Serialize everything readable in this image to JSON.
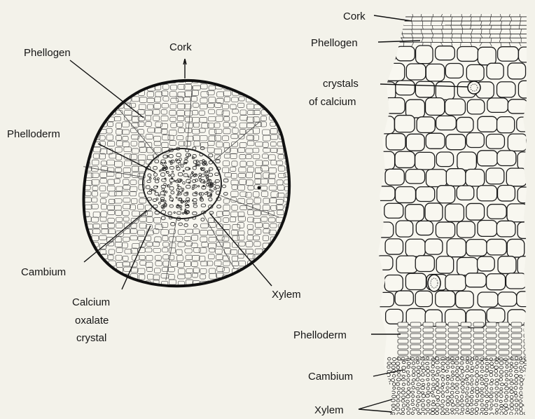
{
  "cross_section": {
    "labels": {
      "phellogen": "Phellogen",
      "cork": "Cork",
      "phelloderm": "Phelloderm",
      "cambium": "Cambium",
      "calcium_line1": "Calcium",
      "calcium_line2": "oxalate",
      "calcium_line3": "crystal",
      "xylem": "Xylem"
    }
  },
  "longitudinal_section": {
    "labels": {
      "cork": "Cork",
      "phellogen": "Phellogen",
      "crystals_line1": "crystals",
      "crystals_line2": "of calcium",
      "phelloderm": "Phelloderm",
      "cambium": "Cambium",
      "xylem": "Xylem"
    }
  }
}
